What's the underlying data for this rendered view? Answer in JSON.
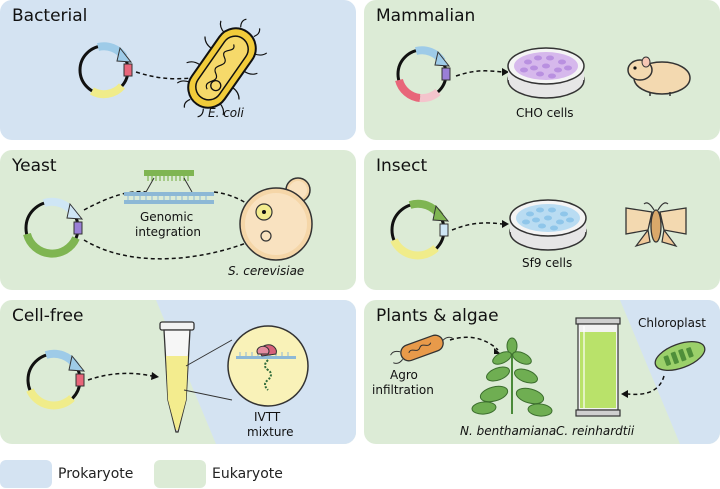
{
  "colors": {
    "prokaryote": "#d4e3f2",
    "eukaryote": "#dcebd6"
  },
  "panels": {
    "bacterial": {
      "title": "Bacterial",
      "organism": "E. coli"
    },
    "mammalian": {
      "title": "Mammalian",
      "cells": "CHO cells"
    },
    "yeast": {
      "title": "Yeast",
      "process": "Genomic integration",
      "process_line1": "Genomic",
      "process_line2": "integration",
      "organism": "S. cerevisiae"
    },
    "insect": {
      "title": "Insect",
      "cells": "Sf9 cells"
    },
    "cellfree": {
      "title": "Cell-free",
      "mixture_line1": "IVTT",
      "mixture_line2": "mixture"
    },
    "plants": {
      "title": "Plants & algae",
      "agro_line1": "Agro",
      "agro_line2": "infiltration",
      "plant": "N. benthamiana",
      "alga": "C. reinhardtii",
      "organelle": "Chloroplast"
    }
  },
  "legend": {
    "prokaryote": "Prokaryote",
    "eukaryote": "Eukaryote"
  }
}
